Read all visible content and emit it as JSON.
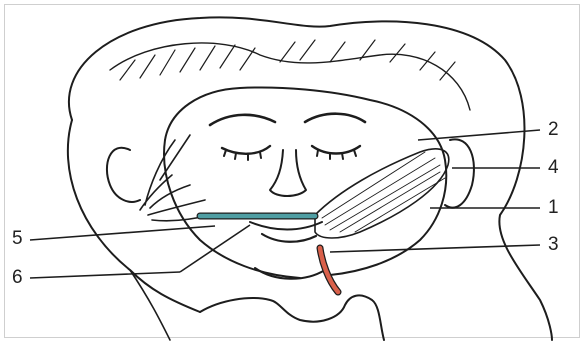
{
  "figure": {
    "colors": {
      "ink": "#1d1d1d",
      "graft_blue": "#4f9ea3",
      "incision_red": "#d9604a",
      "frame": "#cfcfcf"
    },
    "labels": [
      "1",
      "2",
      "3",
      "4",
      "5",
      "6"
    ]
  }
}
